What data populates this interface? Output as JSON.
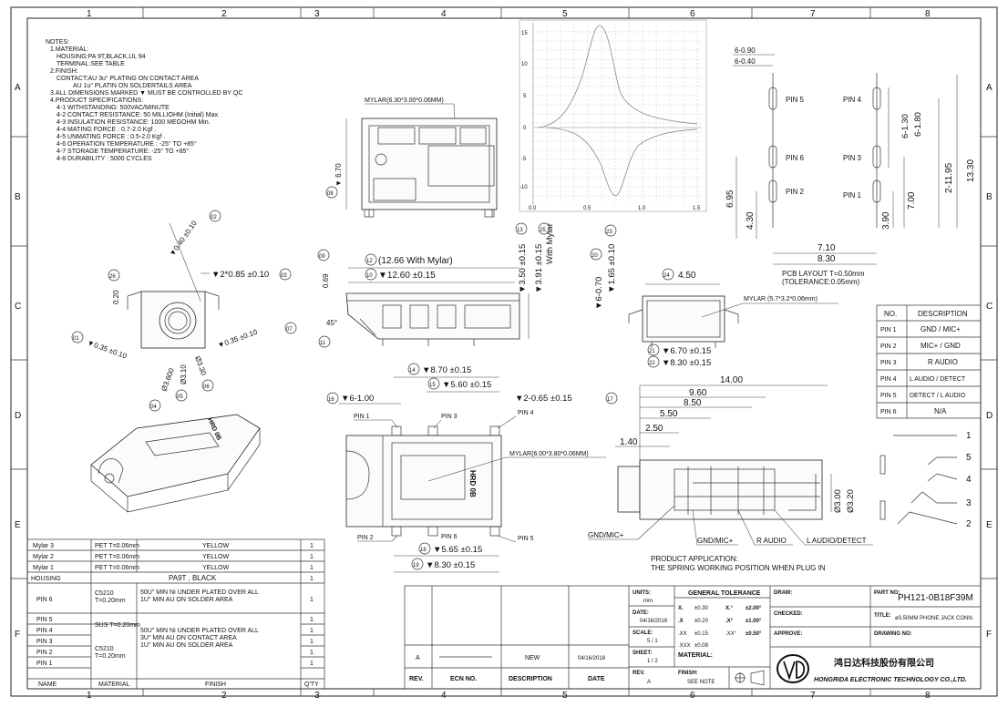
{
  "columns": [
    "1",
    "2",
    "3",
    "4",
    "5",
    "6",
    "7",
    "8"
  ],
  "rows": [
    "A",
    "B",
    "C",
    "D",
    "E",
    "F"
  ],
  "notes": [
    "NOTES:",
    "1.MATERIAL:",
    "HOUSING:PA 9T,BLACK,UL 94",
    "TERMINAL:SEE TABLE",
    "2.FINISH:",
    "CONTACT:AU 3u\" PLATING ON CONTACT AREA",
    "AU 1u\" PLATIN ON SOLDERTAILS AREA",
    "3.ALL DIMENSIONS MARKED ▼ MUST BE CONTROLLED BY QC",
    "4.PRODUCT SPECIFICATIONS:",
    "4-1 WITHSTANDING: 500VAC/MINUTE",
    "4-2 CONTACT RESISTANCE: 50 MILLIOHM (Initial) Max.",
    "4-3 INSULATION RESISTANCE: 1000 MEGOHM Min.",
    "4-4 MATING FORCE : 0.7-2.0 Kgf .",
    "4-5 UNMATING FORCE : 0.5-2.0 Kgf .",
    "4-6 OPERATION TEMPERATURE : -25° TO +85°",
    "4-7 STORAGE TEMPERATURE: -25° TO +85°",
    "4-8 DURABILITY : 5000 CYCLES"
  ],
  "top_view": {
    "mylar": "MYLAR(6.30*3.00*0.06MM)",
    "height": "▼ 6.70",
    "balloon": "08"
  },
  "round_view": {
    "d1": "▼0.40 ±0.10",
    "b1": "02",
    "d2": "▼2*0.85 ±0.10",
    "b2": "03",
    "d3": "0.20",
    "b3": "26",
    "d4": "▼0.35 ±0.10",
    "b4": "01",
    "d5": "▼0.35 ±0.10",
    "b5": "07",
    "d6": "Ø3.600",
    "b6": "04",
    "d7": "Ø3.10",
    "b7": "05",
    "d8": "Ø3.30",
    "b8": "06"
  },
  "iso_view": {
    "marking": "HRD 0B"
  },
  "graph": {
    "y_ticks": [
      "15",
      "10",
      "5",
      "0",
      "-5",
      "-10"
    ],
    "x_ticks": [
      "0.0",
      "0.5",
      "1.0",
      "1.5"
    ]
  },
  "side_view": {
    "d1": "(12.66 With Mylar)",
    "b1": "12",
    "d2": "▼12.60 ±0.15",
    "b2": "10",
    "d3": "0.69",
    "b3": "09",
    "d4": "▼3.50 ±0.15",
    "b4": "13",
    "d5": "▼3.91 ±0.15",
    "d5b": "With Mylar",
    "b5": "25",
    "angle": "45°",
    "b6": "11"
  },
  "front_view": {
    "d1": "▼6-0.70",
    "b1": "20",
    "d2": "▼1.65 ±0.10",
    "b2": "23",
    "d3": "4.50",
    "b3": "24",
    "mylar": "MYLAR (5.7*3.2*0.06mm)",
    "d4": "▼6.70 ±0.15",
    "b4": "21",
    "d5": "▼8.30 ±0.15",
    "b5": "22"
  },
  "pcb_layout": {
    "d1": "6-0.90",
    "d2": "6-0.40",
    "pins": [
      "PIN 5",
      "PIN 4",
      "PIN 6",
      "PIN 3",
      "PIN 2",
      "PIN 1"
    ],
    "d3": "6-1.30",
    "d4": "6-1.80",
    "d5": "2-11.95",
    "d6": "13.30",
    "d7": "6.95",
    "d8": "4.30",
    "d9": "7.00",
    "d10": "3.90",
    "d11": "7.10",
    "d12": "8.30",
    "note1": "PCB LAYOUT T=0.50mm",
    "note2": "(TOLERANCE:0.05mm)"
  },
  "pin_table": {
    "headers": [
      "NO.",
      "DESCRIPTION"
    ],
    "rows": [
      [
        "PIN 1",
        "GND / MIC+"
      ],
      [
        "PIN 2",
        "MIC+ / GND"
      ],
      [
        "PIN 3",
        "R AUDIO"
      ],
      [
        "PIN 4",
        "L AUDIO / DETECT"
      ],
      [
        "PIN 5",
        "DETECT / L AUDIO"
      ],
      [
        "PIN 6",
        "N/A"
      ]
    ]
  },
  "bottom_view": {
    "d1": "▼8.70 ±0.15",
    "b1": "14",
    "d2": "▼5.60 ±0.15",
    "b2": "15",
    "d3": "▼6-1.00",
    "b3": "16",
    "d4": "▼2-0.65 ±0.15",
    "b4": "17",
    "pins": [
      "PIN 1",
      "PIN 3",
      "PIN 4",
      "PIN 2",
      "PIN 6",
      "PIN 5"
    ],
    "mylar": "MYLAR(6.00*3.80*0.06MM)",
    "marking": "HRD 0B",
    "d5": "▼5.65 ±0.15",
    "b5": "18",
    "d6": "▼8.30 ±0.15",
    "b6": "19"
  },
  "side2_view": {
    "d1": "14.00",
    "d2": "9.60",
    "d3": "8.50",
    "d4": "5.50",
    "d5": "2.50",
    "d6": "1.40",
    "d7": "Ø3.00",
    "d8": "Ø3.20",
    "labels": [
      "GND/MIC+",
      "GND/MIC+",
      "R AUDIO",
      "L AUDIO/DETECT"
    ],
    "app1": "PRODUCT APPLICATION:",
    "app2": "THE SPRING WORKING POSITION WHEN PLUG IN"
  },
  "schematic": {
    "nums": [
      "1",
      "5",
      "4",
      "3",
      "2"
    ]
  },
  "bom": {
    "rows": [
      [
        "Mylar 3",
        "PET T=0.06mm",
        "YELLOW",
        "1"
      ],
      [
        "Mylar 2",
        "PET T=0.06mm",
        "YELLOW",
        "1"
      ],
      [
        "Mylar 1",
        "PET T=0.06mm",
        "YELLOW",
        "1"
      ],
      [
        "HOUSING",
        "PA9T , BLACK",
        "",
        "1"
      ],
      [
        "PIN 6",
        "C5210\nT=0.20mm",
        "50U\" MIN Ni UNDER PLATED OVER ALL\n1U\" MIN AU ON SOLDER AREA",
        "1"
      ],
      [
        "PIN 5",
        "SUS T=0.20mm",
        "",
        "1"
      ],
      [
        "PIN 4",
        "",
        "50U\" MIN Ni UNDER PLATED OVER ALL\n3U\" MIN AU ON CONTACT AREA\n1U\" MIN AU ON SOLDER AREA",
        "1"
      ],
      [
        "PIN 3",
        "C5210\nT=0.20mm",
        "",
        "1"
      ],
      [
        "PIN 2",
        "",
        "",
        "1"
      ],
      [
        "PIN 1",
        "",
        "",
        "1"
      ]
    ],
    "headers": [
      "NAME",
      "MATERIAL",
      "FINISH",
      "Q'TY"
    ]
  },
  "title_block": {
    "rev_row": [
      "A",
      "NEW",
      "04/16/2018"
    ],
    "rev_headers": [
      "REV.",
      "ECN NO.",
      "DESCRIPTION",
      "DATE"
    ],
    "units_label": "UNITS:",
    "units": "mm",
    "date_label": "DATE:",
    "date": "04/16/2018",
    "scale_label": "SCALE:",
    "scale": "5 / 1",
    "sheet_label": "SHEET:",
    "sheet": "1 / 2",
    "rev_label": "REV.",
    "rev": "A",
    "general_tol": "GENERAL TOLERANCE",
    "tols": [
      [
        "X.",
        "±0.30",
        "X.°",
        "±2.00°"
      ],
      [
        ".X",
        "±0.20",
        ".X°",
        "±1.00°"
      ],
      [
        ".XX",
        "±0.15",
        ".XX°",
        "±0.50°"
      ],
      [
        ".XXX",
        "±0.08",
        "",
        ""
      ]
    ],
    "material_label": "MATERIAL:",
    "finish_label": "FINISH:",
    "finish": "SEE NOTE",
    "draw_label": "DRAW:",
    "checked_label": "CHECKED:",
    "approve_label": "APPROVE:",
    "part_label": "PART NO:",
    "part_no": "PH121-0B18F39M",
    "title_label": "TITLE:",
    "title": "ø3.50MM PHONE JACK CONN.",
    "drawing_label": "DRAWING NO:",
    "company_cn": "鸿日达科技股份有限公司",
    "company_en": "HONGRIDA ELECTRONIC TECHNOLOGY CO.,LTD."
  }
}
